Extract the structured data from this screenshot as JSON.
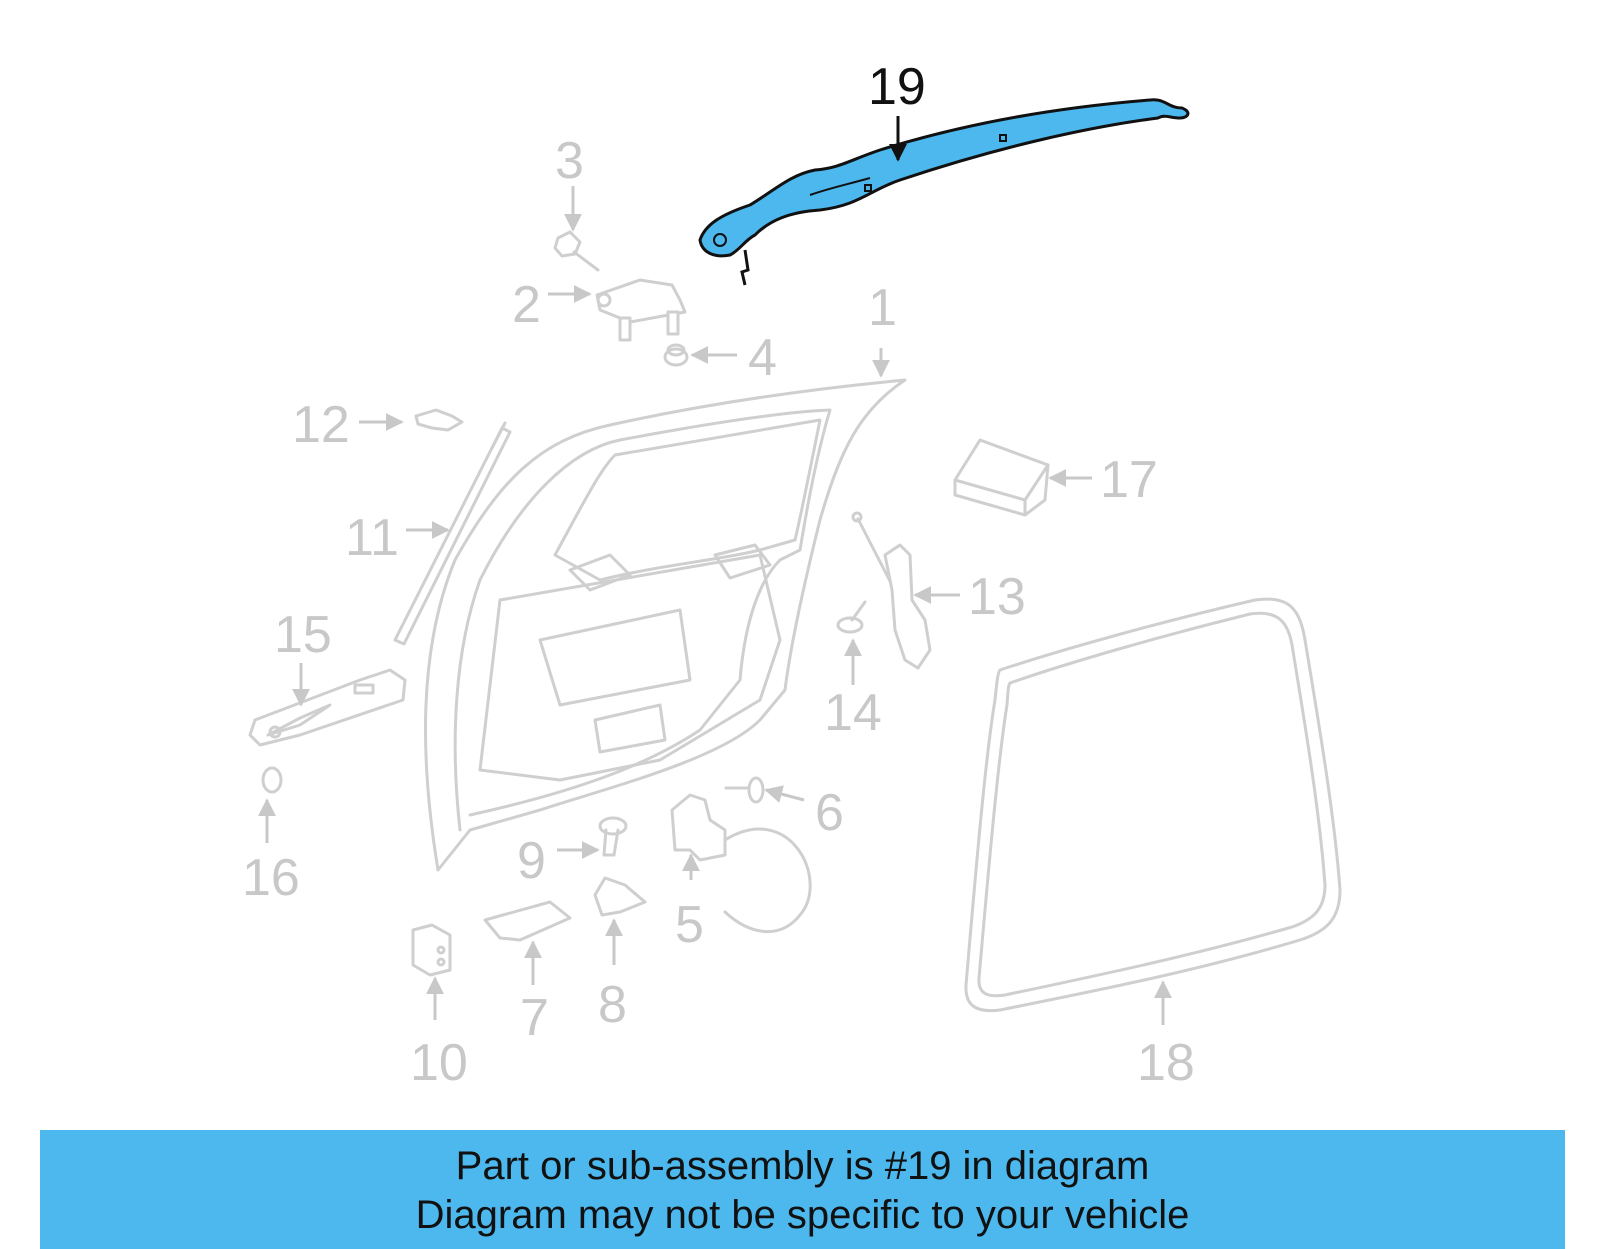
{
  "callouts": [
    "1",
    "2",
    "3",
    "4",
    "5",
    "6",
    "7",
    "8",
    "9",
    "10",
    "11",
    "12",
    "13",
    "14",
    "15",
    "16",
    "17",
    "18",
    "19"
  ],
  "highlighted_part": "19",
  "highlight_color": "#4db8ee",
  "banner": {
    "line1": "Part or sub-assembly is #19 in diagram",
    "line2": "Diagram may not be specific to your vehicle"
  }
}
